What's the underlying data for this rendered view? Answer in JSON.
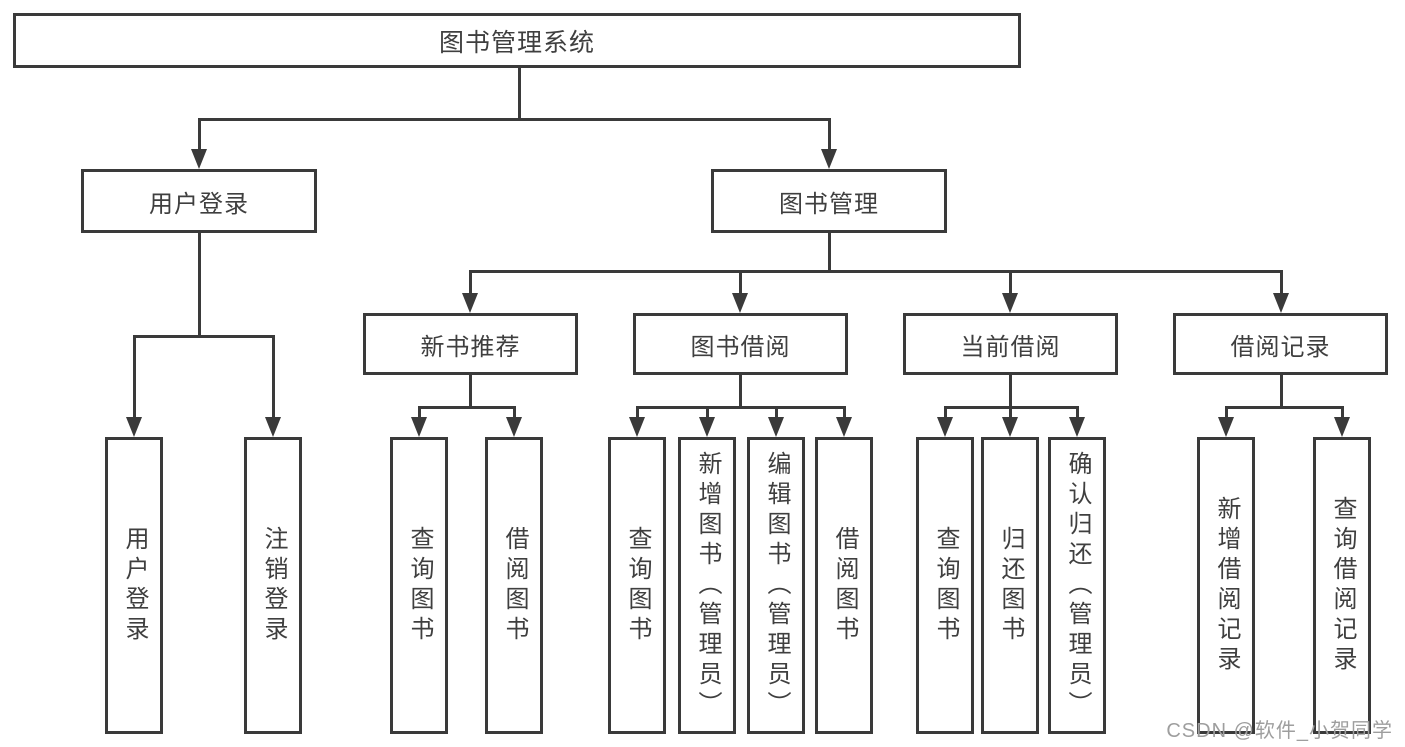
{
  "diagram_type": "hierarchy-tree",
  "colors": {
    "background": "#ffffff",
    "line": "#3a3a3a",
    "box_border": "#3a3a3a",
    "text": "#3f3f3f",
    "watermark": "#9e9e9e"
  },
  "tree": {
    "label": "图书管理系统",
    "children": [
      {
        "label": "用户登录",
        "children": [
          {
            "label": "用户登录"
          },
          {
            "label": "注销登录"
          }
        ]
      },
      {
        "label": "图书管理",
        "children": [
          {
            "label": "新书推荐",
            "children": [
              {
                "label": "查询图书"
              },
              {
                "label": "借阅图书"
              }
            ]
          },
          {
            "label": "图书借阅",
            "children": [
              {
                "label": "查询图书"
              },
              {
                "label": "新增图书（管理员）"
              },
              {
                "label": "编辑图书（管理员）"
              },
              {
                "label": "借阅图书"
              }
            ]
          },
          {
            "label": "当前借阅",
            "children": [
              {
                "label": "查询图书"
              },
              {
                "label": "归还图书"
              },
              {
                "label": "确认归还（管理员）"
              }
            ]
          },
          {
            "label": "借阅记录",
            "children": [
              {
                "label": "新增借阅记录"
              },
              {
                "label": "查询借阅记录"
              }
            ]
          }
        ]
      }
    ]
  },
  "watermark": {
    "text": "CSDN @软件_小贺同学"
  }
}
